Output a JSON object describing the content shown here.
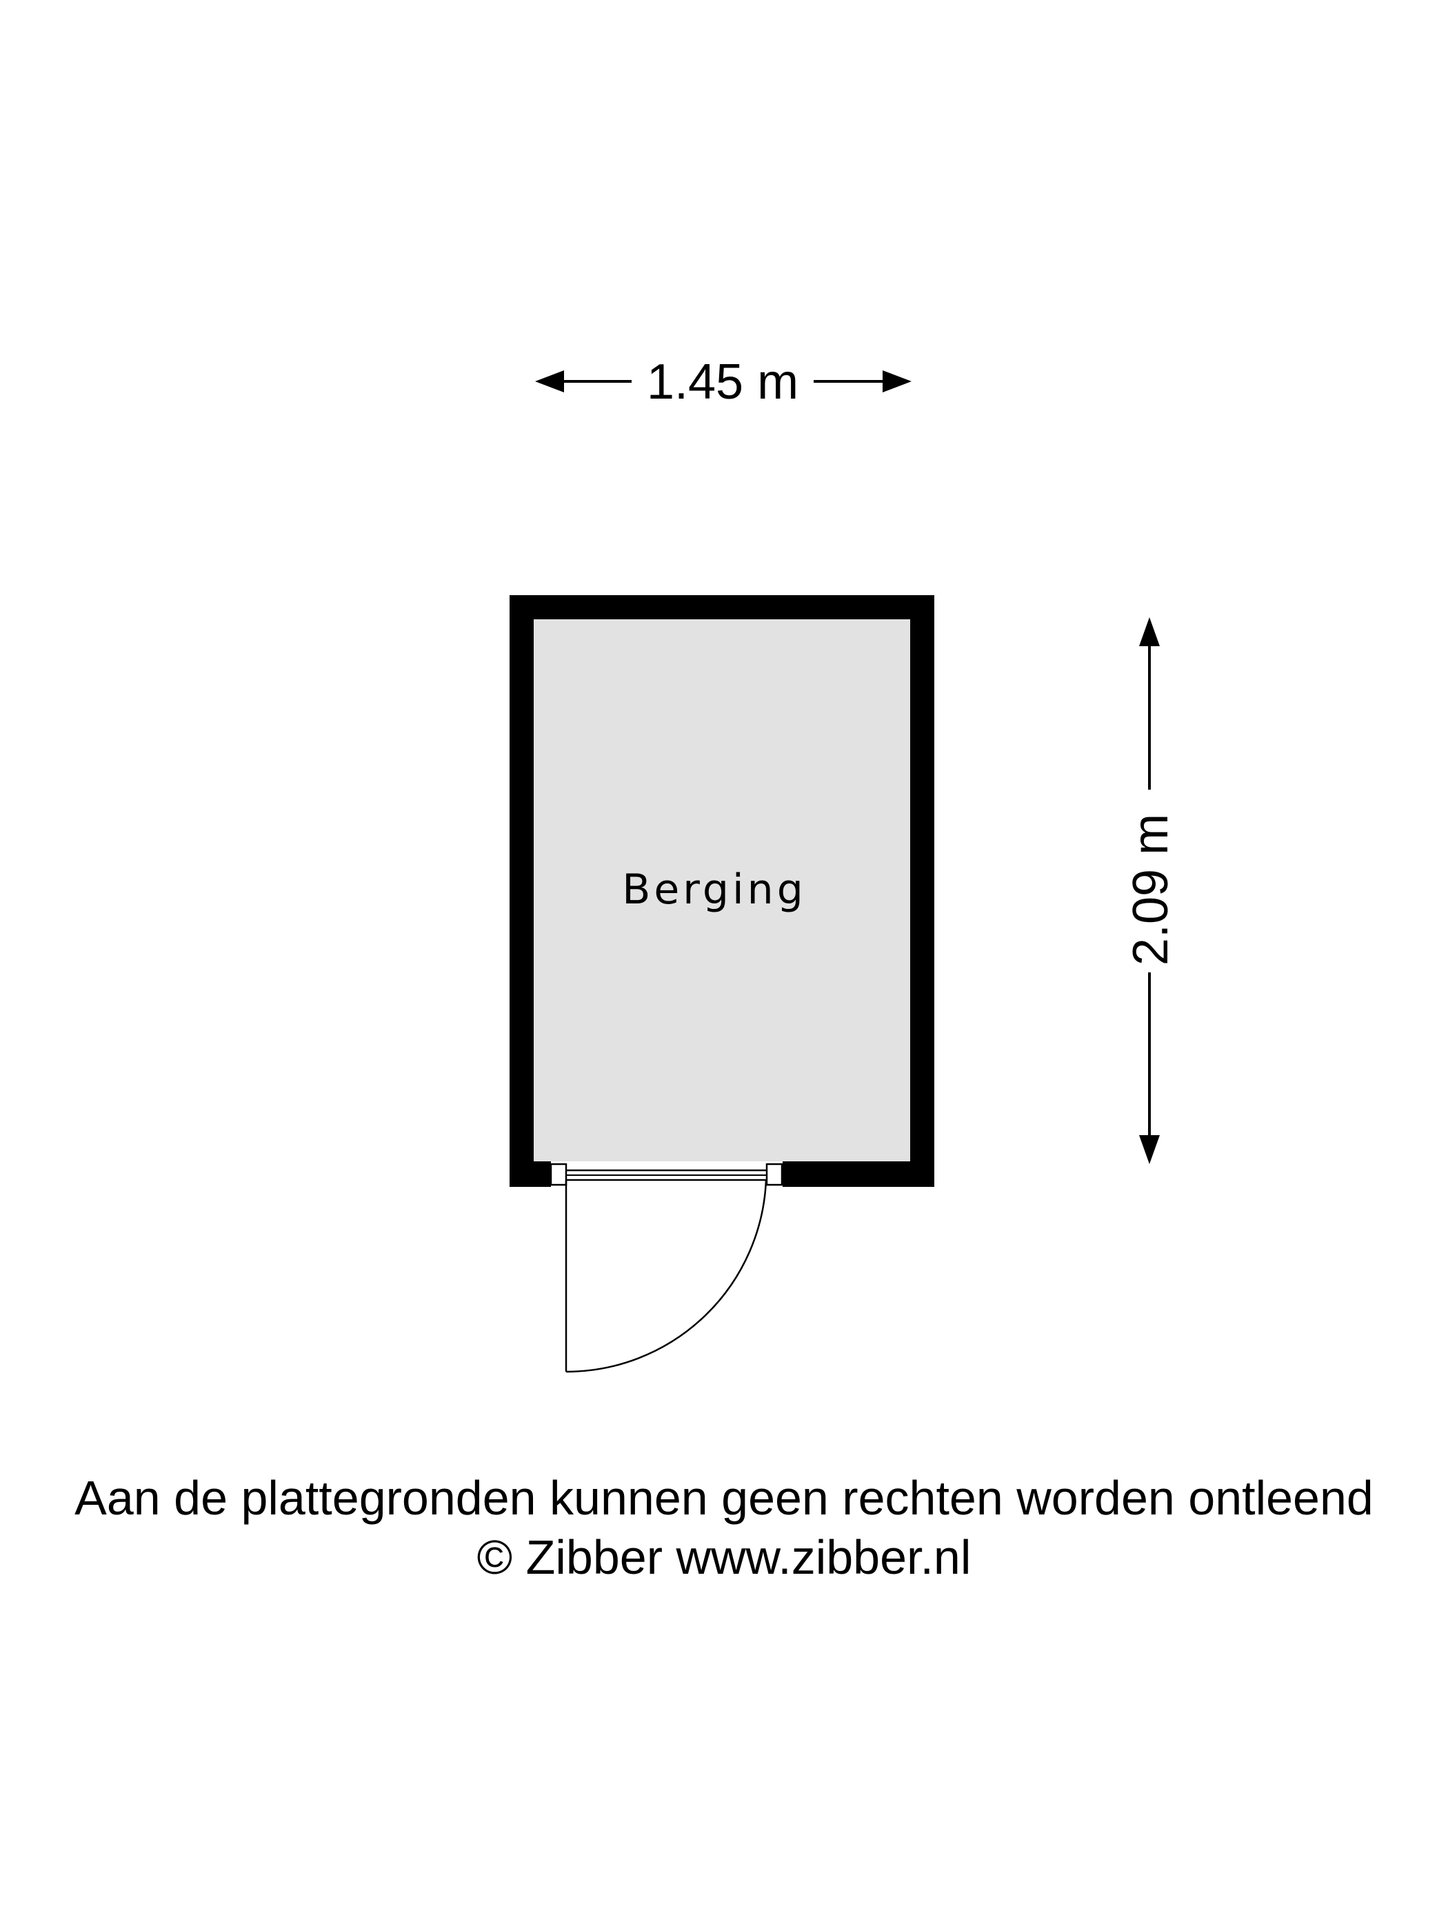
{
  "floorplan": {
    "width_label": "1.45 m",
    "height_label": "2.09 m",
    "room": {
      "name": "Berging",
      "fill_color": "#e2e2e2"
    },
    "wall_color": "#000000"
  },
  "footer": {
    "disclaimer": "Aan de plattegronden kunnen geen rechten worden ontleend",
    "copyright": "© Zibber www.zibber.nl"
  }
}
